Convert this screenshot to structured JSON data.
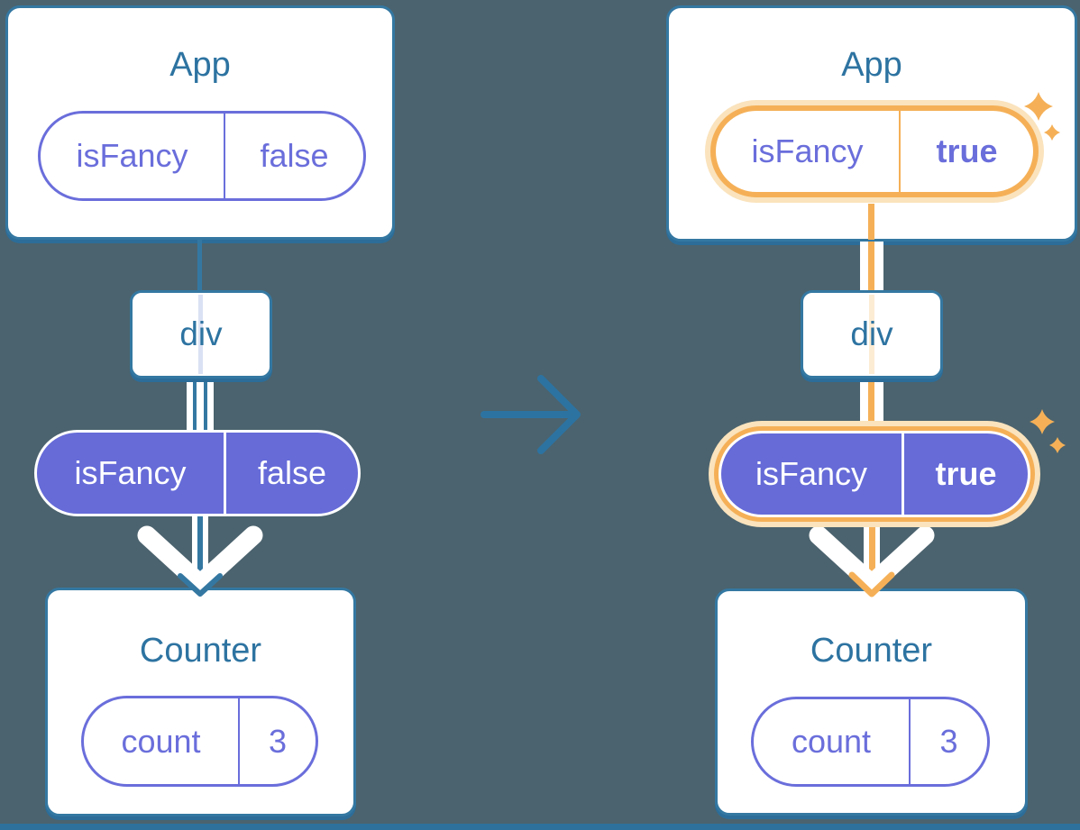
{
  "colors": {
    "background": "#4b636e",
    "card_fill": "#ffffff",
    "card_border": "#3478a2",
    "title_text": "#2d73a1",
    "purple": "#6a6edb",
    "purple_fill": "#666bd8",
    "orange": "#f5b057",
    "orange_halo": "#fae3bd",
    "teal_line": "#3478a2",
    "bottom_strip": "#2e719d"
  },
  "left_diagram": {
    "app_card": {
      "title": "App",
      "state_pill": {
        "key": "isFancy",
        "value": "false"
      }
    },
    "div_node": {
      "label": "div"
    },
    "prop_pill": {
      "key": "isFancy",
      "value": "false"
    },
    "counter_card": {
      "title": "Counter",
      "state_pill": {
        "key": "count",
        "value": "3"
      }
    }
  },
  "right_diagram": {
    "app_card": {
      "title": "App",
      "state_pill": {
        "key": "isFancy",
        "value": "true"
      }
    },
    "div_node": {
      "label": "div"
    },
    "prop_pill": {
      "key": "isFancy",
      "value": "true"
    },
    "counter_card": {
      "title": "Counter",
      "state_pill": {
        "key": "count",
        "value": "3"
      }
    }
  }
}
